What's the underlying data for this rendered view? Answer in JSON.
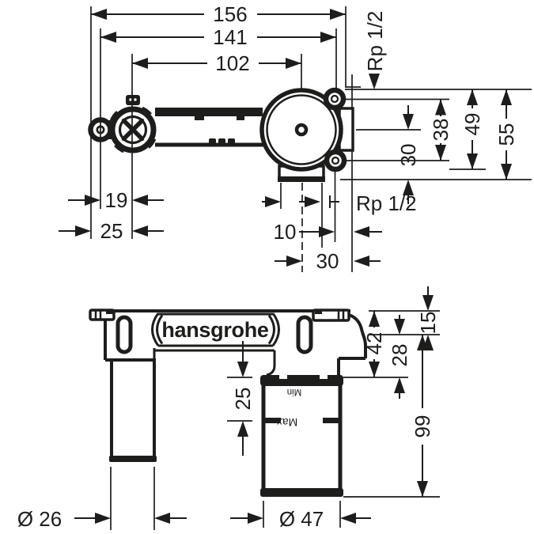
{
  "colors": {
    "background": "#ffffff",
    "line": "#1d1d1b"
  },
  "drawing": {
    "brand_logo": "hansgrohe",
    "top_view": {
      "d156": "156",
      "d141": "141",
      "d102": "102",
      "thread_top": "Rp 1/2",
      "thread_bottom": "Rp 1/2",
      "d19": "19",
      "d25": "25",
      "d10": "10",
      "d30_bottom": "30",
      "d30_right": "30",
      "d38": "38",
      "d49": "49",
      "d55": "55"
    },
    "front_view": {
      "d42": "42",
      "d28": "28",
      "d15": "15",
      "d99": "99",
      "d25": "25",
      "min": "Min",
      "max": "Max",
      "dia_left": "Ø 26",
      "dia_right": "Ø 47"
    }
  }
}
